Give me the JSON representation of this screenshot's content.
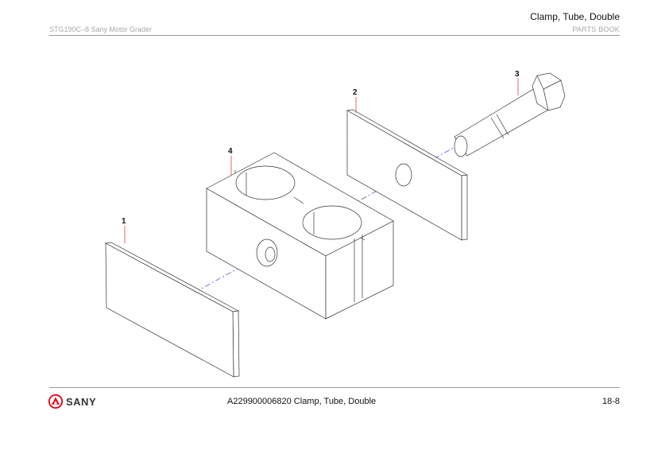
{
  "header": {
    "title": "Clamp, Tube, Double",
    "model": "STG190C–8 Sany Motor Grader",
    "book": "PARTS BOOK"
  },
  "drawing": {
    "callouts": [
      "1",
      "2",
      "3",
      "4"
    ]
  },
  "footer": {
    "brand": "SANY",
    "part_description": "A229900006820 Clamp, Tube, Double",
    "page_number": "18-8"
  },
  "colors": {
    "brand_red": "#e60012",
    "axis_line": "#4b50e0",
    "leader_line": "#e04040"
  }
}
